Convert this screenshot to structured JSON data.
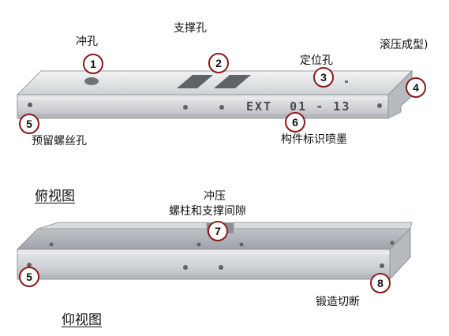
{
  "labels": {
    "punch_hole": "冲孔",
    "support_hole": "支撑孔",
    "locating_hole": "定位孔",
    "roll_forming": "滚压成型)",
    "reserved_screw_hole": "预留螺丝孔",
    "part_marking_ink": "构件标识喷墨",
    "top_view": "俯视图",
    "punch_line1": "冲压",
    "punch_line2": "螺柱和支撑间隙",
    "forged_cut": "锻造切断",
    "bottom_view": "仰视图"
  },
  "part_marking": "EXT  01 - 13",
  "markers": [
    "1",
    "2",
    "3",
    "4",
    "5",
    "6",
    "5",
    "7",
    "8"
  ],
  "colors": {
    "marker_ring": "#8b1a1a",
    "steel_light": "#e3e5e8",
    "steel_mid": "#c6c9cd",
    "steel_dark": "#8f9399",
    "text": "#111111"
  }
}
